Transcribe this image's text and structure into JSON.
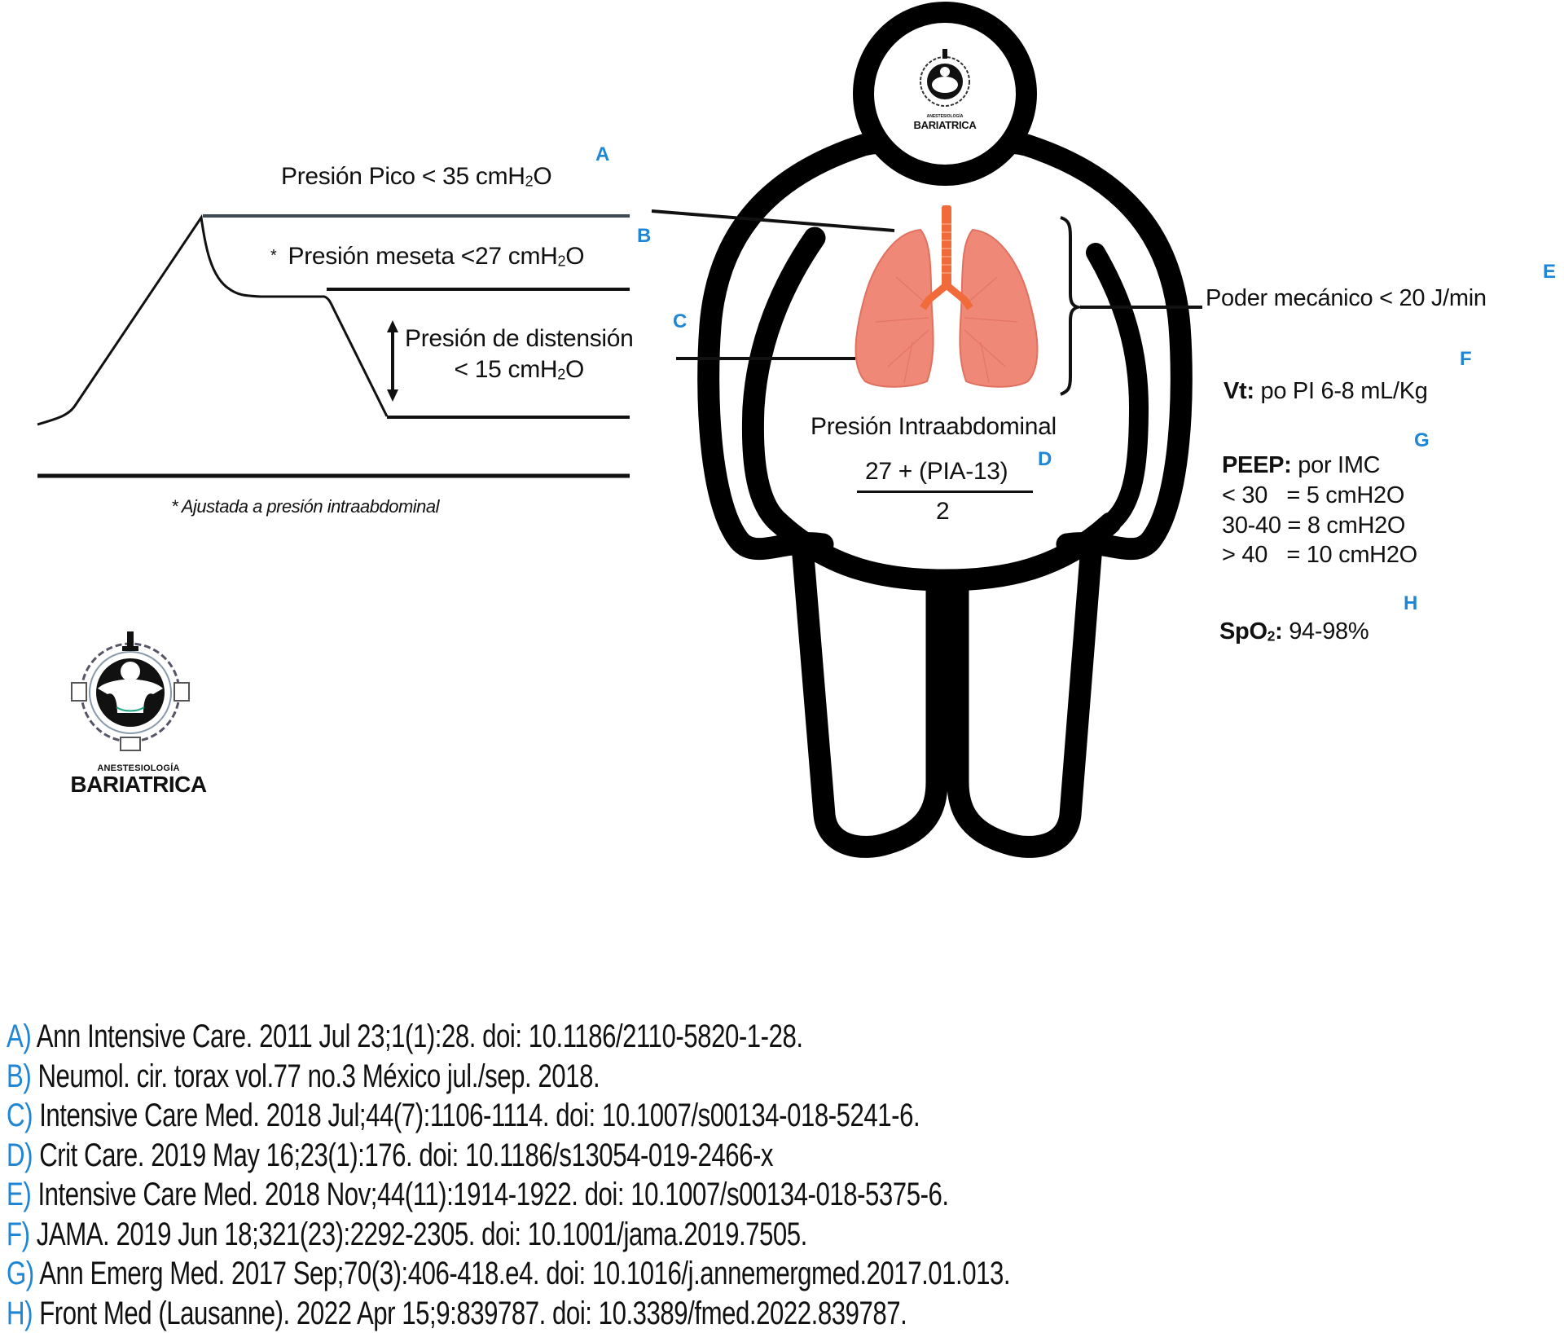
{
  "waveform": {
    "peak_pressure": {
      "text": "Presión Pico < 35 cmH",
      "sub": "2",
      "tail": "O",
      "ref": "A"
    },
    "plateau_pressure": {
      "asterisk": "*",
      "text": "Presión meseta <27 cmH",
      "sub": "2",
      "tail": "O",
      "ref": "B"
    },
    "driving_pressure": {
      "line1": "Presión de distensión",
      "line2_text": "< 15 cmH",
      "sub": "2",
      "tail": "O",
      "ref": "C"
    },
    "footnote": "* Ajustada a presión intraabdominal"
  },
  "body": {
    "iap_title": "Presión Intraabdominal",
    "iap_numerator": "27 + (PIA-13)",
    "iap_denominator": "2",
    "iap_ref": "D",
    "head_logo": {
      "small": "ANESTESIOLOGÍA",
      "big": "BARIATRICA"
    }
  },
  "right_panel": {
    "mechanical_power": {
      "text": "Poder mecánico < 20 J/min",
      "ref": "E"
    },
    "tidal_volume": {
      "bold": "Vt:",
      "text": " po PI 6-8 mL/Kg",
      "ref": "F"
    },
    "peep": {
      "bold": "PEEP:",
      "text": " por IMC",
      "ref": "G",
      "rows": [
        "< 30   = 5 cmH2O",
        "30-40 = 8 cmH2O",
        "> 40   = 10 cmH2O"
      ]
    },
    "spo2": {
      "bold": "SpO",
      "sub": "2",
      "bold_tail": ":",
      "text": " 94-98%",
      "ref": "H"
    }
  },
  "logo": {
    "small": "ANESTESIOLOGÍA",
    "big": "BARIATRICA"
  },
  "references": [
    {
      "tag": "A)",
      "text": "Ann Intensive Care.  2011 Jul 23;1(1):28.  doi: 10.1186/2110-5820-1-28."
    },
    {
      "tag": "B)",
      "text": "Neumol. cir. torax vol.77 no.3 México jul./sep. 2018."
    },
    {
      "tag": "C)",
      "text": "Intensive Care Med. 2018 Jul;44(7):1106-1114.  doi: 10.1007/s00134-018-5241-6."
    },
    {
      "tag": "D)",
      "text": "Crit Care.  2019 May 16;23(1):176.  doi: 10.1186/s13054-019-2466-x"
    },
    {
      "tag": "E)",
      "text": "Intensive Care Med. 2018 Nov;44(11):1914-1922.  doi: 10.1007/s00134-018-5375-6."
    },
    {
      "tag": "F)",
      "text": "JAMA. 2019 Jun 18;321(23):2292-2305.  doi: 10.1001/jama.2019.7505."
    },
    {
      "tag": "G)",
      "text": "Ann Emerg Med.  2017 Sep;70(3):406-418.e4.  doi: 10.1016/j.annemergmed.2017.01.013."
    },
    {
      "tag": "H)",
      "text": "Front Med (Lausanne).  2022 Apr 15;9:839787.  doi: 10.3389/fmed.2022.839787."
    }
  ],
  "colors": {
    "ref_blue": "#1f86d6",
    "lung": "#f08877",
    "trachea": "#f06a3a",
    "outline": "#000000"
  }
}
